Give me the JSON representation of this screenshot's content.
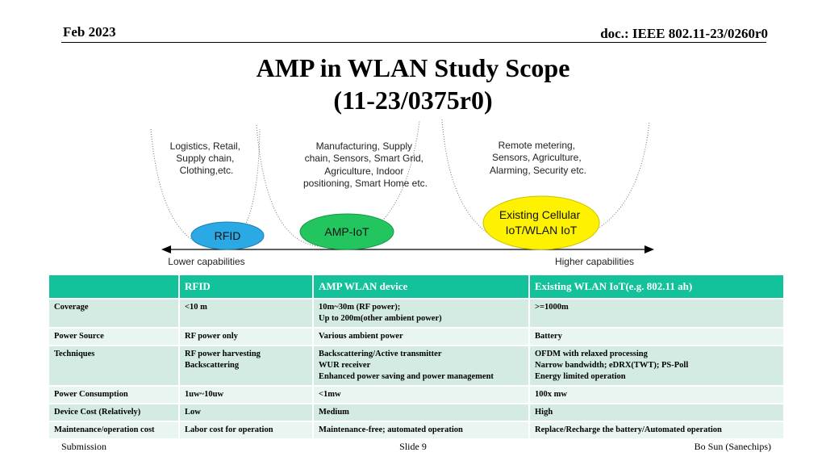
{
  "header": {
    "date": "Feb 2023",
    "doc": "doc.: IEEE 802.11-23/0260r0"
  },
  "title": {
    "line1": "AMP in WLAN Study Scope",
    "line2": "(11-23/0375r0)"
  },
  "diagram": {
    "groups": [
      {
        "caption": [
          "Logistics, Retail,",
          "Supply chain,",
          "Clothing,etc."
        ],
        "label": "RFID",
        "color": "#2aa9e4"
      },
      {
        "caption": [
          "Manufacturing,  Supply",
          "chain, Sensors, Smart Grid,",
          "Agriculture,  Indoor",
          "positioning, Smart Home etc."
        ],
        "label": "AMP-IoT",
        "color": "#22c55e"
      },
      {
        "caption": [
          "Remote metering,",
          "Sensors, Agriculture,",
          "Alarming, Security etc."
        ],
        "label": [
          "Existing Cellular",
          "IoT/WLAN IoT"
        ],
        "color": "#fff200"
      }
    ],
    "axis": {
      "left": "Lower capabilities",
      "right": "Higher capabilities"
    }
  },
  "table": {
    "headers": [
      "",
      "RFID",
      "AMP WLAN device",
      "Existing WLAN IoT(e.g. 802.11 ah)"
    ],
    "rows": [
      [
        "Coverage",
        "<10 m",
        "10m~30m (RF power);\nUp to 200m(other ambient power)",
        ">=1000m"
      ],
      [
        "Power Source",
        "RF power only",
        "Various ambient power",
        "Battery"
      ],
      [
        "Techniques",
        "RF power harvesting\nBackscattering",
        "Backscattering/Active transmitter\nWUR receiver\nEnhanced power saving and power management",
        "OFDM with relaxed processing\nNarrow bandwidth;  eDRX(TWT); PS-Poll\nEnergy limited operation"
      ],
      [
        "Power Consumption",
        "1uw~10uw",
        "<1mw",
        "100x mw"
      ],
      [
        "Device Cost (Relatively)",
        "Low",
        "Medium",
        "High"
      ],
      [
        "Maintenance/operation  cost",
        "Labor cost for operation",
        "Maintenance-free; automated operation",
        "Replace/Recharge the battery/Automated operation"
      ]
    ]
  },
  "footer": {
    "left": "Submission",
    "center": "Slide 9",
    "right": "Bo Sun (Sanechips)"
  }
}
